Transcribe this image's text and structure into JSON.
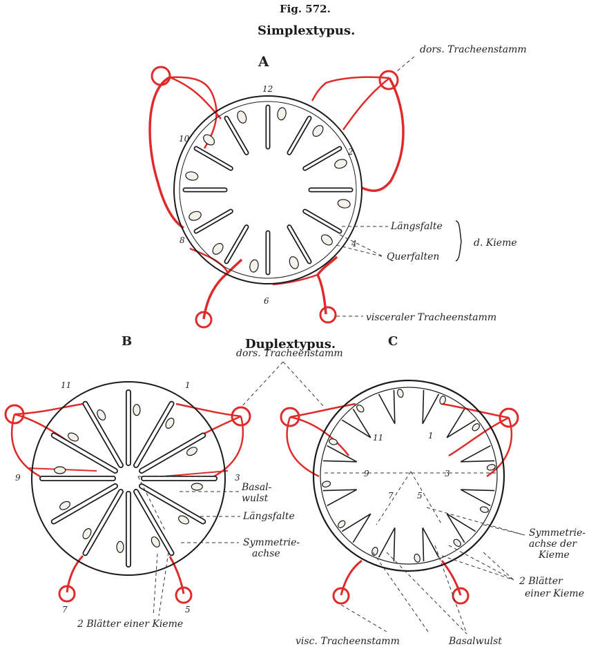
{
  "figure": {
    "number": "Fig. 572.",
    "type_a_heading": "Simplextypus.",
    "type_b_heading": "Duplextypus."
  },
  "panel_a": {
    "letter": "A",
    "numbers": [
      "12",
      "2",
      "4",
      "6",
      "8",
      "10"
    ],
    "labels": {
      "dors": "dors. Tracheenstamm",
      "laengs": "Längsfalte",
      "quer": "Querfalten",
      "kieme": "d. Kieme",
      "visc": "visceraler Tracheenstamm"
    }
  },
  "panel_b": {
    "letter": "B",
    "numbers": [
      "11",
      "1",
      "9",
      "3",
      "7",
      "5"
    ],
    "labels": {
      "dors": "dors. Tracheenstamm",
      "basal_1": "Basal-",
      "basal_2": "wulst",
      "laengs": "Längsfalte",
      "sym_1": "Symmetrie-",
      "sym_2": "achse",
      "blaetter": "2 Blätter einer Kieme"
    }
  },
  "panel_c": {
    "letter": "C",
    "numbers": [
      "11",
      "1",
      "9",
      "3",
      "7",
      "5"
    ],
    "labels": {
      "sym_1": "Symmetrie-",
      "sym_2": "achse der",
      "sym_3": "Kieme",
      "bl_1": "2 Blätter",
      "bl_2": "einer Kieme",
      "visc": "visc. Tracheenstamm",
      "basal": "Basalwulst"
    }
  },
  "colors": {
    "trachea": "#e02a2a",
    "ink": "#1a1a1a",
    "stipple": "#f4f0ea"
  }
}
